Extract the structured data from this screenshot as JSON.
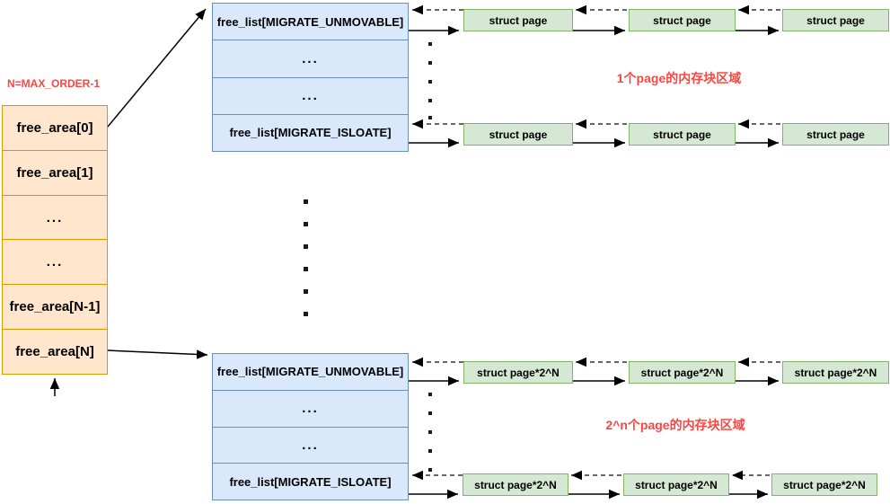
{
  "diagram": {
    "annotations": {
      "n_definition": "N=MAX_ORDER-1",
      "region_top": "1个page的内存块区域",
      "region_bottom": "2^n个page的内存块区域"
    },
    "free_area_column": {
      "items": [
        "free_area[0]",
        "free_area[1]",
        "...",
        "...",
        "free_area[N-1]",
        "free_area[N]"
      ]
    },
    "free_list_rows": [
      "free_list[MIGRATE_UNMOVABLE]",
      "...",
      "...",
      "free_list[MIGRATE_ISLOATE]"
    ],
    "page_node": {
      "top_label": "struct page",
      "bottom_label": "struct page*2^N"
    },
    "colors": {
      "free_area_fill": "#FFE6CC",
      "free_area_border": "#D79B00",
      "free_list_fill": "#DAE8FC",
      "free_list_border": "#6C8EBF",
      "page_fill": "#D5E8D4",
      "page_border": "#82B366",
      "annotation_red": "#FB4542",
      "arrow_black": "#000000"
    }
  }
}
